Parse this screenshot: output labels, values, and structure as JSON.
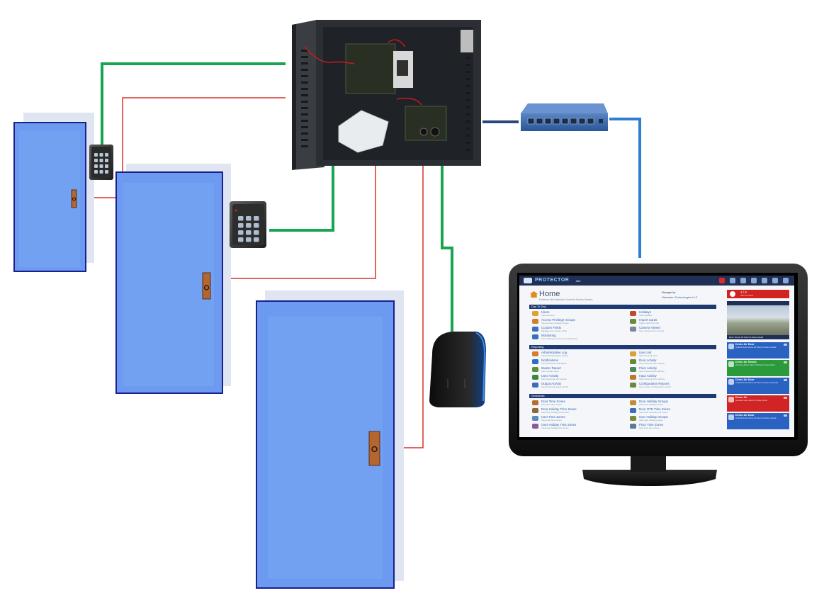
{
  "diagram": {
    "title": "",
    "colors": {
      "door_fill": "#72a1f2",
      "door_panel": "#6c9af0",
      "door_edge": "#1a1f8c",
      "door_shadow": "#dfe6f2",
      "lock": "#b5652e",
      "green_wire": "#17a54f",
      "red_wire": "#d7312b",
      "blue_wire": "#2f7ed6",
      "dark_blue_wire": "#274a7a",
      "cabinet": "#2b2e32",
      "switch": "#3a6fb2"
    },
    "components": [
      "access-control-panel",
      "network-switch",
      "keypad-reader",
      "keypad-reader",
      "proximity-reader",
      "door",
      "door",
      "door",
      "monitor"
    ]
  },
  "monitor_ui": {
    "app_name": "PROTECTOR",
    "app_suffix": ".Net",
    "title": "Home",
    "subtitle": "Protector.Net  Hartmann Controls Access System",
    "managed_by_label": "Managed by",
    "managed_by_name": "Hartmann Technologies LLC",
    "sections": [
      {
        "label": "Day To Day",
        "items": [
          {
            "title": "Users",
            "sub": "View all users",
            "color": "#e0a133"
          },
          {
            "title": "Holidays",
            "sub": "View holidays",
            "color": "#c44a2f"
          },
          {
            "title": "Access Privilege Groups",
            "sub": "View access privilege groups",
            "color": "#d17f2d"
          },
          {
            "title": "Import Cards",
            "sub": "Import cards from file",
            "color": "#6e8a38"
          },
          {
            "title": "Custom Fields",
            "sub": "Manage user custom fields",
            "color": "#3b6fc0"
          },
          {
            "title": "Camera Viewer",
            "sub": "View cameras from vendor",
            "color": "#7d8897"
          },
          {
            "title": "Monitoring",
            "sub": "View real-time events and notifications",
            "color": "#3b6fc0"
          }
        ]
      },
      {
        "label": "Reporting",
        "items": [
          {
            "title": "Administrative Log",
            "sub": "View historical admin activity",
            "color": "#d97d2a"
          },
          {
            "title": "User List",
            "sub": "View list of all users",
            "color": "#d8a23a"
          },
          {
            "title": "Notifications",
            "sub": "View historical notifications",
            "color": "#2e6cc5"
          },
          {
            "title": "Door Activity",
            "sub": "View historical door activity",
            "color": "#68893a"
          },
          {
            "title": "Muster Report",
            "sub": "View muster report",
            "color": "#5c8f3a"
          },
          {
            "title": "Floor Activity",
            "sub": "View historical floor activity",
            "color": "#4d8a5a"
          },
          {
            "title": "User Activity",
            "sub": "View historical user activity",
            "color": "#3a8a3a"
          },
          {
            "title": "Input Activity",
            "sub": "View historical input activity",
            "color": "#c0792c"
          },
          {
            "title": "Output Activity",
            "sub": "View historical output activity",
            "color": "#3a6fb8"
          },
          {
            "title": "Configuration Reports",
            "sub": "View system configuration reports",
            "color": "#6a8a3e"
          }
        ]
      },
      {
        "label": "Schedules",
        "items": [
          {
            "title": "Door Time Zones",
            "sub": "View door time zones",
            "color": "#c06a2c"
          },
          {
            "title": "Door Holiday Groups",
            "sub": "View door holiday groups",
            "color": "#c48a3a"
          },
          {
            "title": "Door Holiday Time Zones",
            "sub": "View door holiday time zones",
            "color": "#8a6a3a"
          },
          {
            "title": "Door OTR Time Zones",
            "sub": "View door override time zones",
            "color": "#3a6fb8"
          },
          {
            "title": "User Time Zones",
            "sub": "View user time zones",
            "color": "#5d8ac0"
          },
          {
            "title": "User Holiday Groups",
            "sub": "View user holiday groups",
            "color": "#7a8a3a"
          },
          {
            "title": "User Holiday Time Zones",
            "sub": "View user holiday time zones",
            "color": "#8a5a9a"
          },
          {
            "title": "Floor Time Zones",
            "sub": "View floor time zones",
            "color": "#5a7a9a"
          }
        ]
      }
    ],
    "alert_title": "1 / 9",
    "alert_sub": "Alarms Active",
    "camera_caption": "Door: Demo Air Door is Now Locked",
    "event_cards": [
      {
        "title": "Demo Air Door",
        "body": "Unlock Door  Demo Air Door is Now Locked",
        "color": "#2a62c2"
      },
      {
        "title": "Demo Air Strobe",
        "body": "Activate Alarm  Alarm Strobe Is Now Active",
        "color": "#2a9a3a"
      },
      {
        "title": "Demo Air Door",
        "body": "Unlock Door  Demo Air Door is Now Unlocked",
        "color": "#2a62c2"
      },
      {
        "title": "Demo Air",
        "body": "Activate User  Alarm Is Now Active",
        "color": "#d12424"
      },
      {
        "title": "Demo Air Door",
        "body": "Unlock Door  Demo Air Door is Now Locked",
        "color": "#2a62c2"
      }
    ]
  }
}
